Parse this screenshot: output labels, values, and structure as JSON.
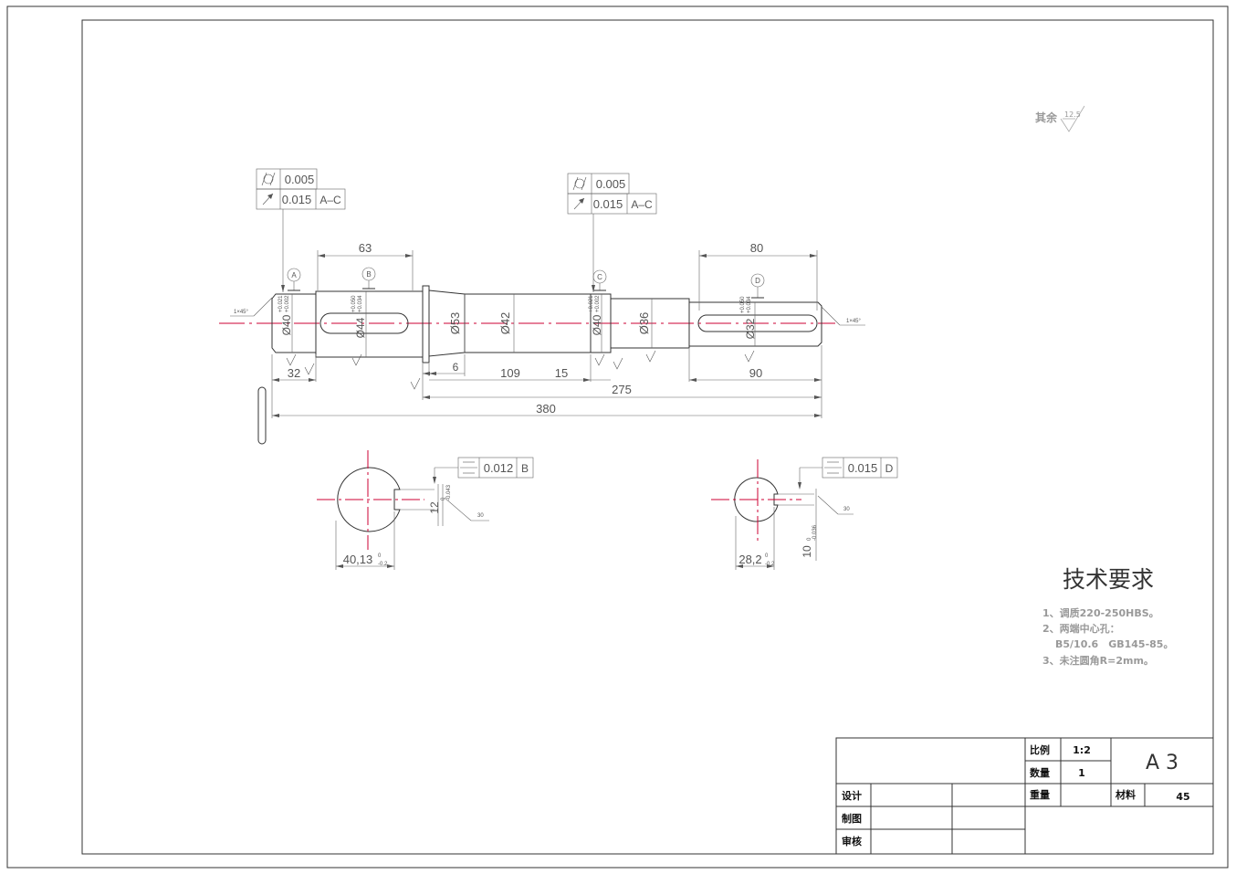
{
  "tolerance_frames": {
    "left": {
      "flatness": "0.005",
      "runout": "0.015",
      "datum": "A–C"
    },
    "middle": {
      "flatness": "0.005",
      "runout": "0.015",
      "datum": "A–C"
    },
    "section_b": {
      "symmetry": "0.012",
      "datum": "B"
    },
    "section_d": {
      "symmetry": "0.015",
      "datum": "D"
    }
  },
  "datums": {
    "a": "A",
    "b": "B",
    "c": "C",
    "d": "D"
  },
  "dims": {
    "d63": "63",
    "d80": "80",
    "d32": "32",
    "d6": "6",
    "d109": "109",
    "d15": "15",
    "d90": "90",
    "d275": "275",
    "d380": "380",
    "dia40a": "Ø40",
    "dia44": "Ø44",
    "dia53": "Ø53",
    "dia42": "Ø42",
    "dia40b": "Ø40",
    "dia36": "Ø36",
    "dia32": "Ø32",
    "tol40a_u": "+0.021",
    "tol40a_l": "+0.002",
    "tol44_u": "+0.050",
    "tol44_l": "+0.034",
    "tol40b_u": "+0.021",
    "tol40b_l": "+0.002",
    "tol32_u": "+0.050",
    "tol32_l": "+0.034",
    "chamfer_l": "1×45°",
    "chamfer_r": "1×45°",
    "sec_b_w": "40,13",
    "sec_b_wtol_u": "0",
    "sec_b_wtol_l": "-0.2",
    "sec_b_k": "12",
    "sec_b_ktol_u": "0",
    "sec_b_ktol_l": "-0.043",
    "sec_d_w": "28,2",
    "sec_d_wtol_u": "0",
    "sec_d_wtol_l": "-0.2",
    "sec_d_k": "10",
    "sec_d_ktol_u": "0",
    "sec_d_ktol_l": "-0.036"
  },
  "surface": {
    "label": "其余",
    "value": "12.5"
  },
  "tech": {
    "title": "技术要求",
    "lines": [
      "1、调质220-250HBS。",
      "2、两端中心孔：",
      "B5/10.6　GB145-85。",
      "3、未注圆角R=2mm。"
    ]
  },
  "title_block": {
    "scale_label": "比例",
    "scale_value": "1:2",
    "qty_label": "数量",
    "qty_value": "1",
    "weight_label": "重量",
    "material_label": "材料",
    "material_value": "45",
    "size": "A 3",
    "design_label": "设计",
    "draw_label": "制图",
    "review_label": "审核"
  }
}
